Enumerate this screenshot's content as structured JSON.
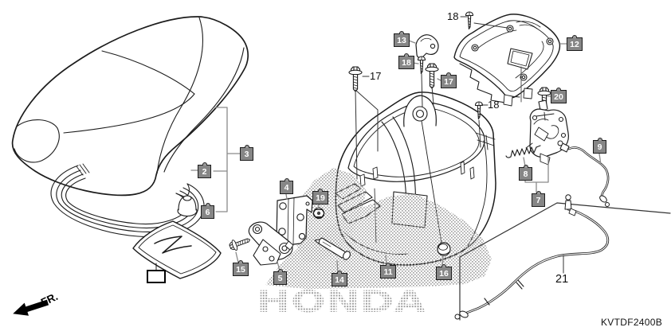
{
  "diagram": {
    "code": "KVTDF2400B",
    "watermark": "HONDA",
    "front_marker": "FR.",
    "colors": {
      "background": "#ffffff",
      "line": "#1c1c1c",
      "label_box_bg": "#868686",
      "label_box_border": "#1d1d1d",
      "label_text": "#ffffff",
      "leader_line": "#8a8a8a",
      "halftone_dot": "#a5a5a5"
    },
    "callouts": {
      "p2": "2",
      "p3": "3",
      "p4": "4",
      "p5": "5",
      "p6": "6",
      "p7": "7",
      "p8": "8",
      "p9": "9",
      "p11": "11",
      "p12": "12",
      "p13": "13",
      "p14": "14",
      "p15": "15",
      "p16": "16",
      "p17": "17",
      "p18": "18",
      "p19": "19",
      "p20": "20"
    },
    "annotations": {
      "screw_top": "18",
      "bolt_left": "17",
      "screw_mid": "18",
      "cable": "21"
    }
  }
}
